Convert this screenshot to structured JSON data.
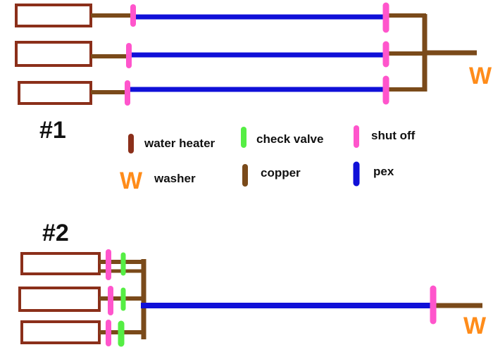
{
  "colors": {
    "heater": "#8b2f1a",
    "copper": "#7a4a1a",
    "pex": "#1010d8",
    "shutoff": "#ff55cc",
    "check": "#55ee44",
    "washer": "#ff8c1a"
  },
  "sections": {
    "one": "#1",
    "two": "#2"
  },
  "washer_mark": "W",
  "legend": {
    "water_heater": "water heater",
    "check_valve": "check valve",
    "shut_off": "shut off",
    "washer": "washer",
    "copper": "copper",
    "pex": "pex"
  }
}
